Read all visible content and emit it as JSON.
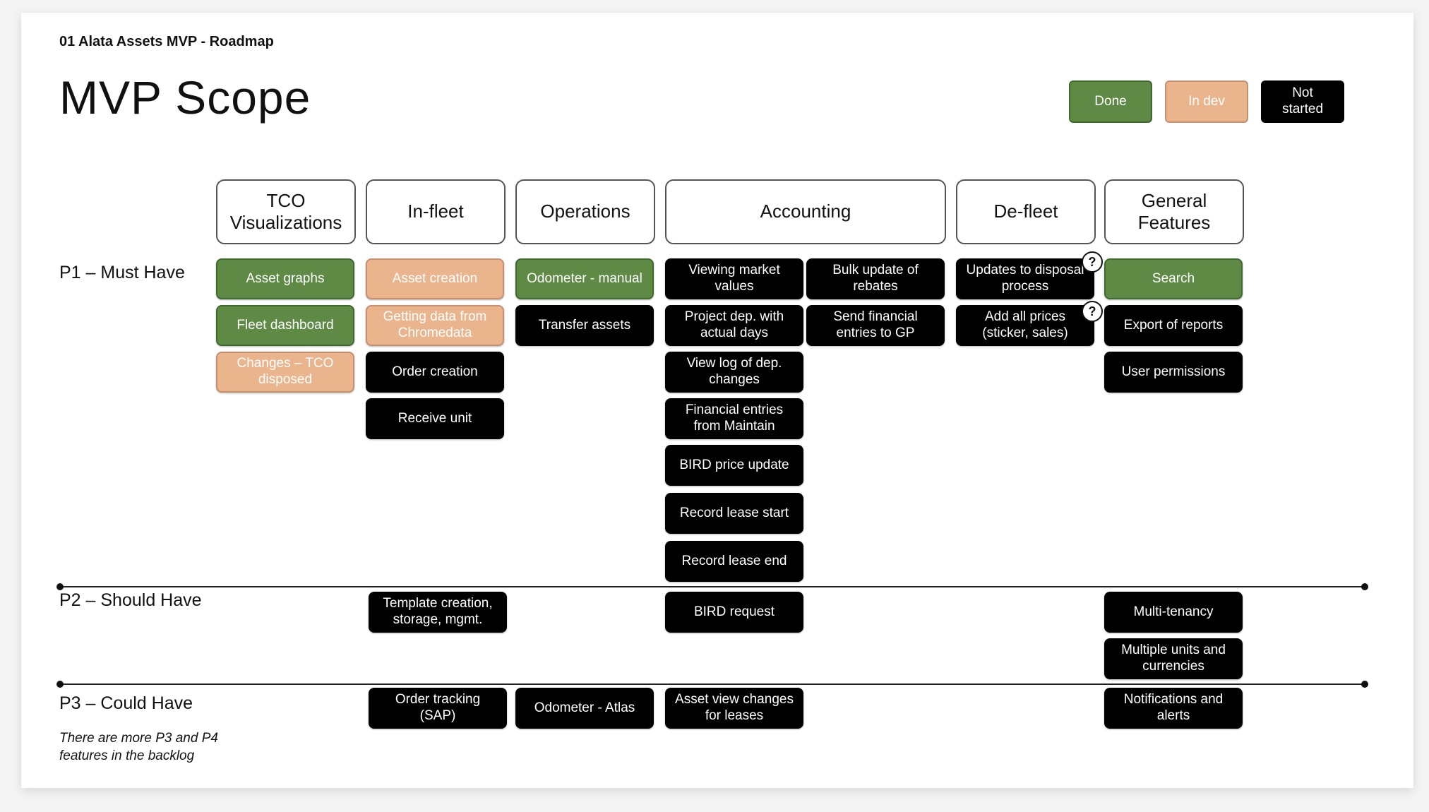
{
  "breadcrumb": "01  Alata Assets MVP - Roadmap",
  "title": "MVP Scope",
  "legend": {
    "done": "Done",
    "in_dev": "In dev",
    "not_started": "Not started"
  },
  "columns": {
    "tco": "TCO Visualizations",
    "infleet": "In-fleet",
    "operations": "Operations",
    "accounting": "Accounting",
    "defleet": "De-fleet",
    "general": "General Features"
  },
  "rows": {
    "p1": "P1 – Must Have",
    "p2": "P2 – Should Have",
    "p3": "P3 – Could Have",
    "note": "There are more P3 and P4 features in the backlog"
  },
  "cards": {
    "asset_graphs": "Asset graphs",
    "fleet_dashboard": "Fleet dashboard",
    "changes_tco": "Changes – TCO disposed",
    "asset_creation": "Asset creation",
    "getting_data": "Getting data from Chromedata",
    "order_creation": "Order creation",
    "receive_unit": "Receive unit",
    "odometer_manual": "Odometer - manual",
    "transfer_assets": "Transfer assets",
    "viewing_market": "Viewing market values",
    "project_dep": "Project dep. with actual days",
    "view_log": "View log of dep. changes",
    "financial_entries": "Financial entries from Maintain",
    "bird_price": "BIRD price update",
    "record_lease_start": "Record lease start",
    "record_lease_end": "Record lease end",
    "bulk_update": "Bulk update of rebates",
    "send_financial": "Send financial entries to GP",
    "updates_disposal": "Updates to disposal process",
    "add_prices": "Add all prices (sticker, sales)",
    "search": "Search",
    "export_reports": "Export of reports",
    "user_permissions": "User permissions",
    "template_creation": "Template creation, storage, mgmt.",
    "bird_request": "BIRD request",
    "multi_tenancy": "Multi-tenancy",
    "multiple_units": "Multiple units and currencies",
    "order_tracking": "Order tracking (SAP)",
    "odometer_atlas": "Odometer - Atlas",
    "asset_view": "Asset view changes for leases",
    "notifications": "Notifications and alerts"
  },
  "question_mark": "?",
  "colors": {
    "done": "#5e8a45",
    "in_dev": "#eab48c",
    "not_started": "#000000"
  }
}
